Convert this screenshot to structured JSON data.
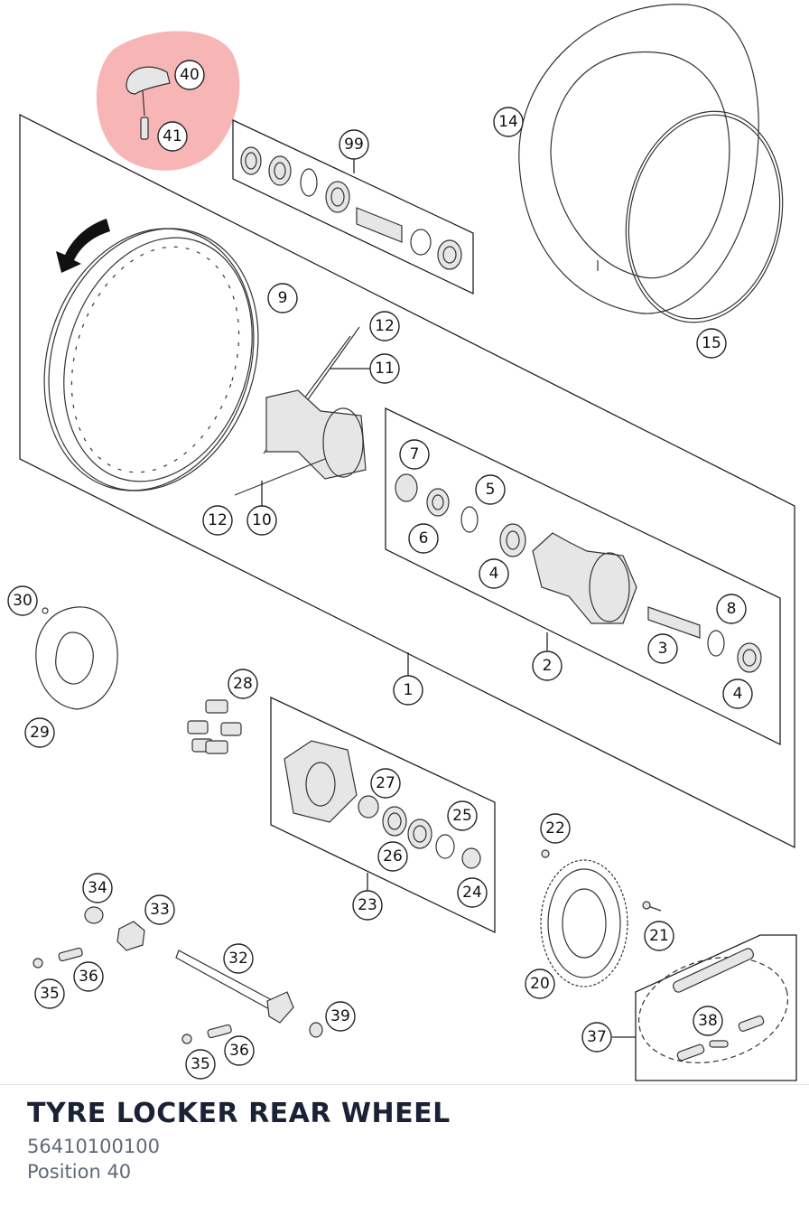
{
  "diagram": {
    "highlight_color": "#f7a8a8",
    "callouts": [
      "40",
      "41",
      "99",
      "14",
      "15",
      "9",
      "12",
      "11",
      "12",
      "10",
      "7",
      "5",
      "6",
      "4",
      "8",
      "3",
      "2",
      "4",
      "1",
      "30",
      "29",
      "28",
      "27",
      "25",
      "26",
      "24",
      "23",
      "22",
      "21",
      "20",
      "34",
      "33",
      "32",
      "36",
      "35",
      "39",
      "36",
      "35",
      "37",
      "38"
    ]
  },
  "caption": {
    "title": "TYRE LOCKER REAR WHEEL",
    "part_number": "56410100100",
    "position": "Position 40"
  }
}
